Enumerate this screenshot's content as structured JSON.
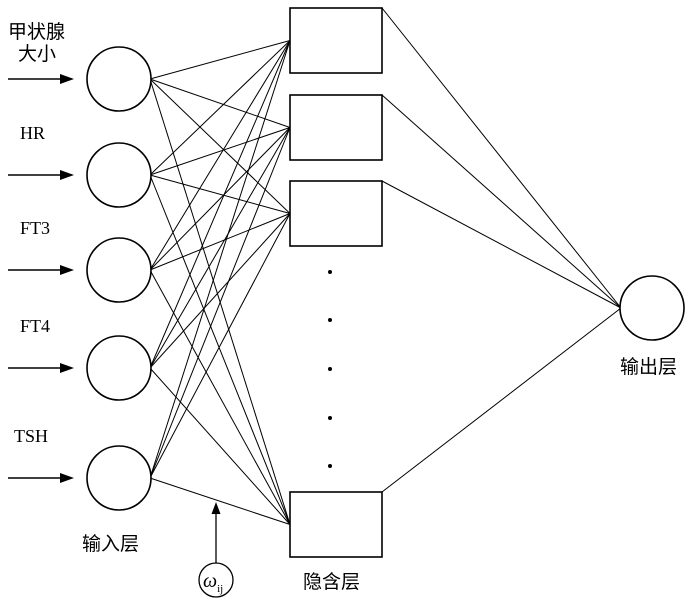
{
  "inputs": [
    {
      "label_lines": [
        "甲状腺",
        "大小"
      ]
    },
    {
      "label_lines": [
        "HR"
      ]
    },
    {
      "label_lines": [
        "FT3"
      ]
    },
    {
      "label_lines": [
        "FT4"
      ]
    },
    {
      "label_lines": [
        "TSH"
      ]
    }
  ],
  "layers": {
    "input": "输入层",
    "hidden": "隐含层",
    "output": "输出层"
  },
  "weight": {
    "symbol": "ω",
    "subscript": "ij"
  }
}
